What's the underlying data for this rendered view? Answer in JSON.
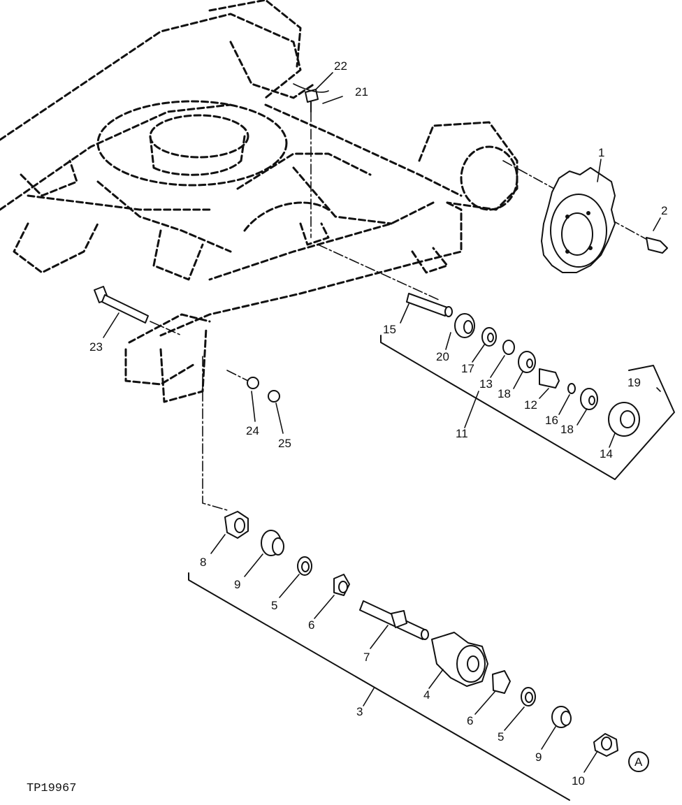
{
  "figure_code": "TP19967",
  "view_marker": "A",
  "part_labels": [
    "1",
    "2",
    "3",
    "4",
    "5",
    "5",
    "6",
    "6",
    "7",
    "8",
    "9",
    "9",
    "10",
    "11",
    "12",
    "13",
    "14",
    "15",
    "16",
    "17",
    "18",
    "18",
    "19",
    "20",
    "21",
    "22",
    "23",
    "24",
    "25"
  ]
}
